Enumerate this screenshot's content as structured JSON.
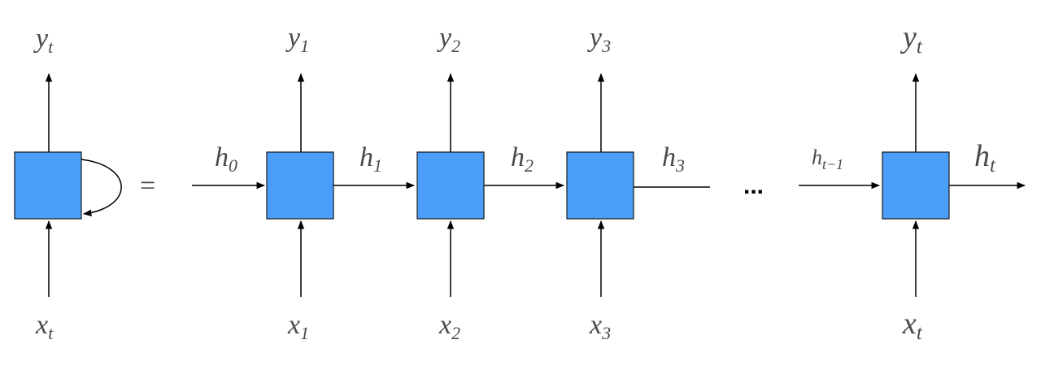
{
  "colors": {
    "cell_fill": "#4a9df8",
    "cell_stroke": "#1a1a1a",
    "text": "#4a4a4a",
    "line": "#000000"
  },
  "folded": {
    "output_base": "y",
    "output_sub": "t",
    "input_base": "x",
    "input_sub": "t"
  },
  "equals": "=",
  "ellipsis": "...",
  "unrolled": [
    {
      "output_base": "y",
      "output_sub": "1",
      "input_base": "x",
      "input_sub": "1"
    },
    {
      "output_base": "y",
      "output_sub": "2",
      "input_base": "x",
      "input_sub": "2"
    },
    {
      "output_base": "y",
      "output_sub": "3",
      "input_base": "x",
      "input_sub": "3"
    },
    {
      "output_base": "y",
      "output_sub": "t",
      "input_base": "x",
      "input_sub": "t"
    }
  ],
  "hidden_states": [
    {
      "base": "h",
      "sub": "0"
    },
    {
      "base": "h",
      "sub": "1"
    },
    {
      "base": "h",
      "sub": "2"
    },
    {
      "base": "h",
      "sub": "3"
    },
    {
      "base": "h",
      "sub": "t−1"
    },
    {
      "base": "h",
      "sub": "t"
    }
  ]
}
